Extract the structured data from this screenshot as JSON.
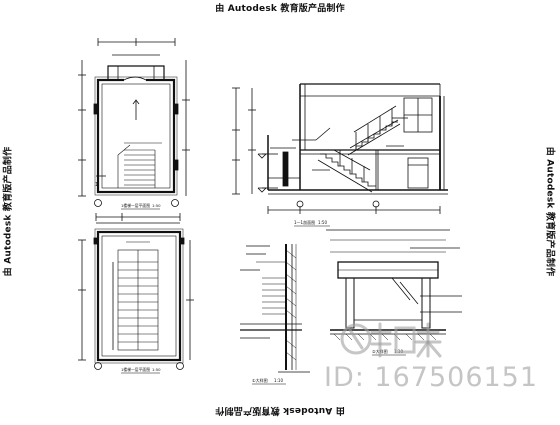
{
  "stamps": {
    "top": "由 Autodesk 教育版产品制作",
    "bottom": "由 Autodesk 教育版产品制作",
    "left": "由 Autodesk 教育版产品制作",
    "right": "由 Autodesk 教育版产品制作"
  },
  "watermark": {
    "logo": "知末",
    "id": "ID: 167506151"
  },
  "labels": {
    "plan_top_title": "1楼梯一层平面图",
    "plan_top_scale": "1:50",
    "plan_bottom_title": "1楼梯一层平面图",
    "plan_bottom_scale": "1:50",
    "section_title": "1—1剖面图",
    "section_scale": "1:50",
    "detail_left_title": "①大样图",
    "detail_left_scale": "1:10",
    "detail_right_title": "②大样图",
    "detail_right_scale": "1:10"
  }
}
